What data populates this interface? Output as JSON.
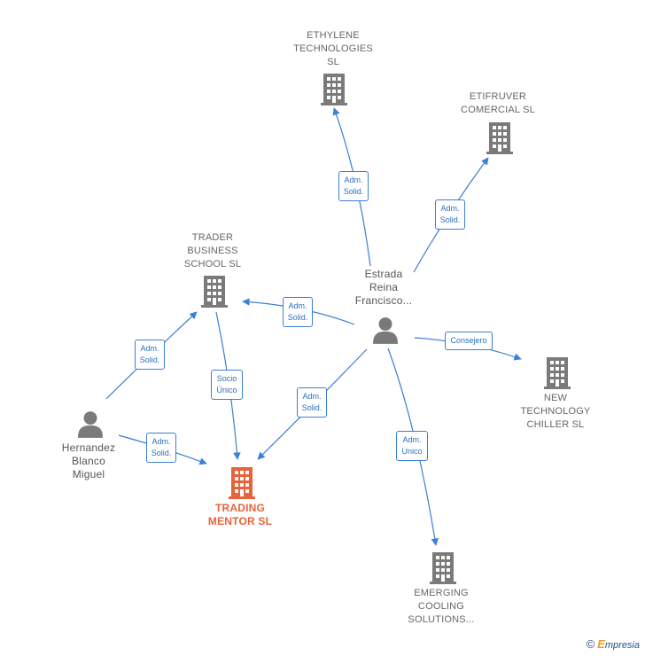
{
  "nodes": {
    "ethylene": {
      "label": "ETHYLENE\nTECHNOLOGIES\nSL",
      "type": "company",
      "color": "#7a7a7a"
    },
    "etifruver": {
      "label": "ETIFRUVER\nCOMERCIAL SL",
      "type": "company",
      "color": "#7a7a7a"
    },
    "trader": {
      "label": "TRADER\nBUSINESS\nSCHOOL  SL",
      "type": "company",
      "color": "#7a7a7a"
    },
    "estrada": {
      "label": "Estrada\nReina\nFrancisco...",
      "type": "person",
      "color": "#7a7a7a"
    },
    "new_tech": {
      "label": "NEW\nTECHNOLOGY\nCHILLER SL",
      "type": "company",
      "color": "#7a7a7a"
    },
    "hernandez": {
      "label": "Hernandez\nBlanco\nMiguel",
      "type": "person",
      "color": "#7a7a7a"
    },
    "trading": {
      "label": "TRADING\nMENTOR  SL",
      "type": "company",
      "color": "#e8623a",
      "highlight": true
    },
    "emerging": {
      "label": "EMERGING\nCOOLING\nSOLUTIONS...",
      "type": "company",
      "color": "#7a7a7a"
    }
  },
  "edges": [
    {
      "from": "estrada",
      "to": "ethylene",
      "label": "Adm.\nSolid."
    },
    {
      "from": "estrada",
      "to": "etifruver",
      "label": "Adm.\nSolid."
    },
    {
      "from": "estrada",
      "to": "trader",
      "label": "Adm.\nSolid."
    },
    {
      "from": "estrada",
      "to": "new_tech",
      "label": "Consejero"
    },
    {
      "from": "estrada",
      "to": "trading",
      "label": "Adm.\nSolid."
    },
    {
      "from": "estrada",
      "to": "emerging",
      "label": "Adm.\nUnico"
    },
    {
      "from": "hernandez",
      "to": "trader",
      "label": "Adm.\nSolid."
    },
    {
      "from": "hernandez",
      "to": "trading",
      "label": "Adm.\nSolid."
    },
    {
      "from": "trader",
      "to": "trading",
      "label": "Socio\nÚnico"
    }
  ],
  "colors": {
    "edge": "#3a7fd5",
    "edge_label_text": "#2f6fbe",
    "node": "#7a7a7a",
    "highlight": "#e8623a"
  },
  "footer": {
    "copyright_symbol": "©",
    "brand_initial": "E",
    "brand_rest": "mpresia"
  }
}
